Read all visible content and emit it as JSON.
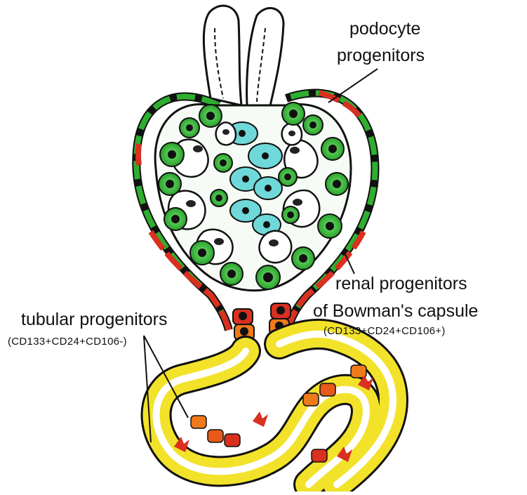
{
  "labels": {
    "podocyte": {
      "line1": "podocyte",
      "line2": "progenitors"
    },
    "renal": {
      "line1": "renal progenitors",
      "line2": "of Bowman's capsule",
      "markers": "(CD133+CD24+CD106+)"
    },
    "tubular": {
      "line1": "tubular progenitors",
      "markers": "(CD133+CD24+CD106-)"
    }
  },
  "colors": {
    "podocyte_progenitor": "#3bbf3b",
    "renal_progenitor": "#d93020",
    "tubular_progenitor": "#f2e22a",
    "transition": "#ee7a1a",
    "mesangial": "#6fd8d8",
    "outline": "#111111"
  }
}
